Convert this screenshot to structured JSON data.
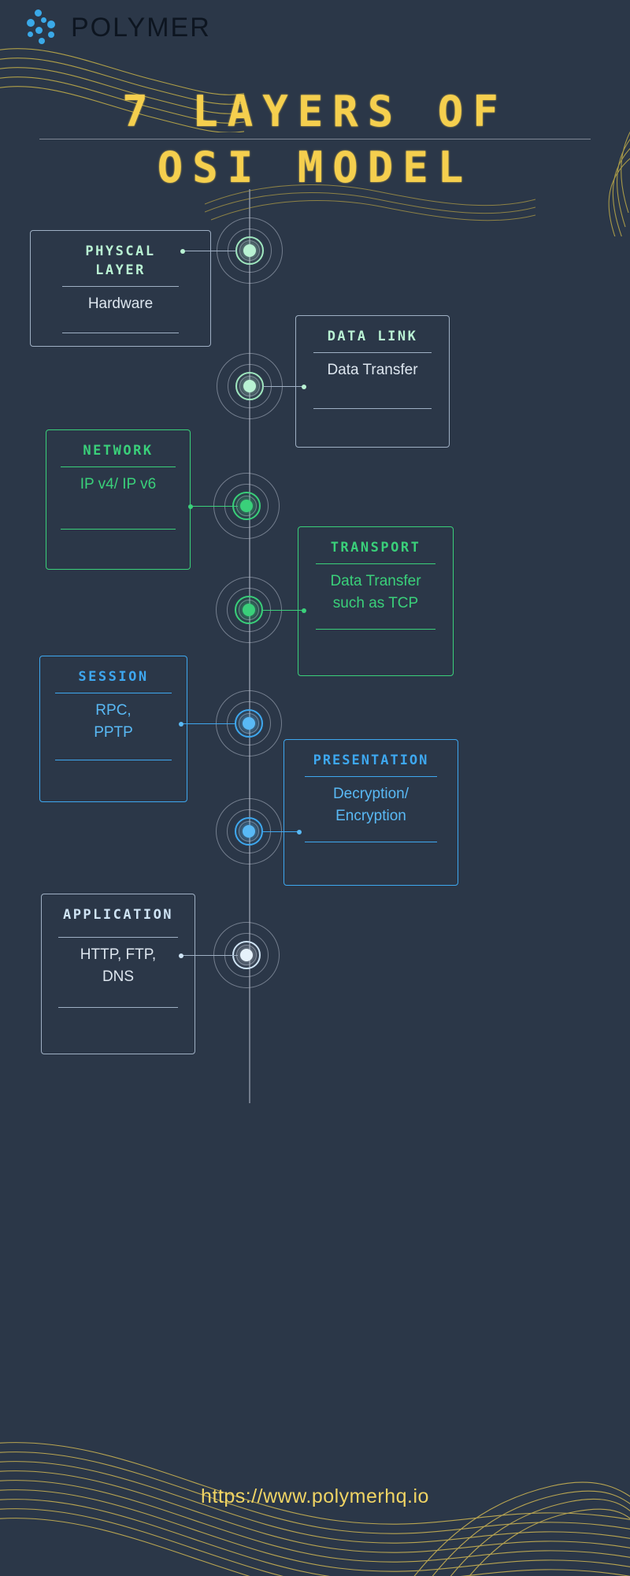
{
  "brand": {
    "name": "POLYMER",
    "logo_dot_color": "#3aa9e8",
    "wordmark_color": "#0d1520"
  },
  "title": {
    "line1": "7 LAYERS OF",
    "line2": "OSI MODEL",
    "color": "#f5cf4e"
  },
  "palette": {
    "background": "#2b3748",
    "gold": "#f5cf4e",
    "mint": "#b9f2d3",
    "green": "#3ad07a",
    "blue": "#59b9f5",
    "light_blue": "#cfe4f5",
    "spine": "#8b93a2"
  },
  "layers": [
    {
      "id": "physical",
      "title": "PHYSCAL\nLAYER",
      "body": "Hardware",
      "side": "left",
      "accent": "#b9f2d3",
      "border": "#9fb0c4",
      "node": "mint"
    },
    {
      "id": "data-link",
      "title": "DATA LINK",
      "body": "Data Transfer",
      "side": "right",
      "accent": "#b9f2d3",
      "border": "#9fb0c4",
      "node": "mint"
    },
    {
      "id": "network",
      "title": "NETWORK",
      "body": "IP v4/ IP v6",
      "side": "left",
      "accent": "#3ad07a",
      "border": "#3ad07a",
      "node": "green"
    },
    {
      "id": "transport",
      "title": "TRANSPORT",
      "body": "Data Transfer\nsuch as TCP",
      "side": "right",
      "accent": "#3ad07a",
      "border": "#3ad07a",
      "node": "green"
    },
    {
      "id": "session",
      "title": "SESSION",
      "body": "RPC,\nPPTP",
      "side": "left",
      "accent": "#3ea8f0",
      "border": "#3ea8f0",
      "node": "blue"
    },
    {
      "id": "presentation",
      "title": "PRESENTATION",
      "body": "Decryption/\nEncryption",
      "side": "right",
      "accent": "#3ea8f0",
      "border": "#3ea8f0",
      "node": "blue"
    },
    {
      "id": "application",
      "title": "APPLICATION",
      "body": "HTTP, FTP,\nDNS",
      "side": "left",
      "accent": "#cfe4f5",
      "border": "#9fb0c4",
      "node": "white"
    }
  ],
  "footer": {
    "url": "https://www.polymerhq.io"
  }
}
